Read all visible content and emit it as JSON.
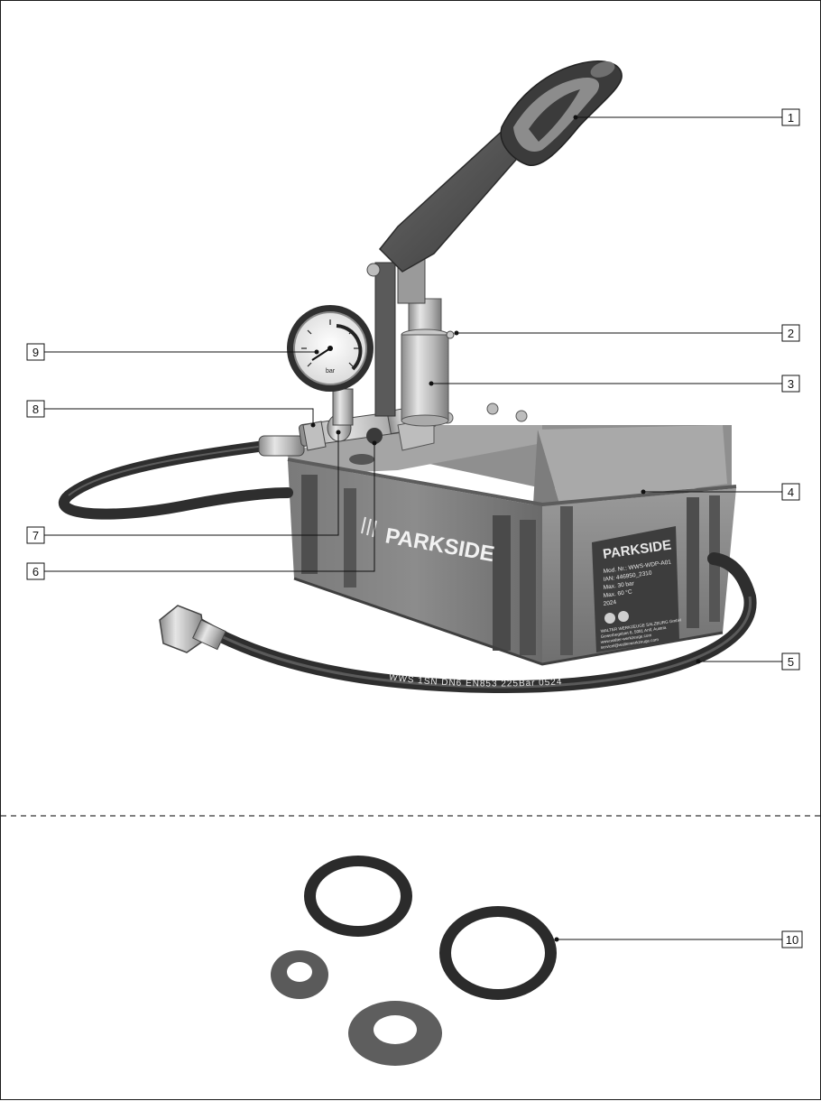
{
  "labels": [
    {
      "number": "1"
    },
    {
      "number": "2"
    },
    {
      "number": "3"
    },
    {
      "number": "4"
    },
    {
      "number": "5"
    },
    {
      "number": "6"
    },
    {
      "number": "7"
    },
    {
      "number": "8"
    },
    {
      "number": "9"
    },
    {
      "number": "10"
    }
  ],
  "product": {
    "brand_side": "PARKSIDE",
    "brand_plate": "PARKSIDE",
    "plate_lines": [
      "Mod. Nr.: WWS-WDP-A01",
      "IAN: 446950_2310",
      "Max. 30 bar",
      "Max. 60 °C",
      "2024"
    ],
    "plate_footer": [
      "WALTER WERKZEUGE SALZBURG GmbH",
      "Gewerbegebiet 6, 5081 Anif, Austria",
      "www.walter-werkzeuge.com",
      "servicel@walterwerkzeuge.com"
    ],
    "hose_print": "WWS 1SN DN6 EN853 225Bar 0524",
    "gauge_text": "bar"
  }
}
